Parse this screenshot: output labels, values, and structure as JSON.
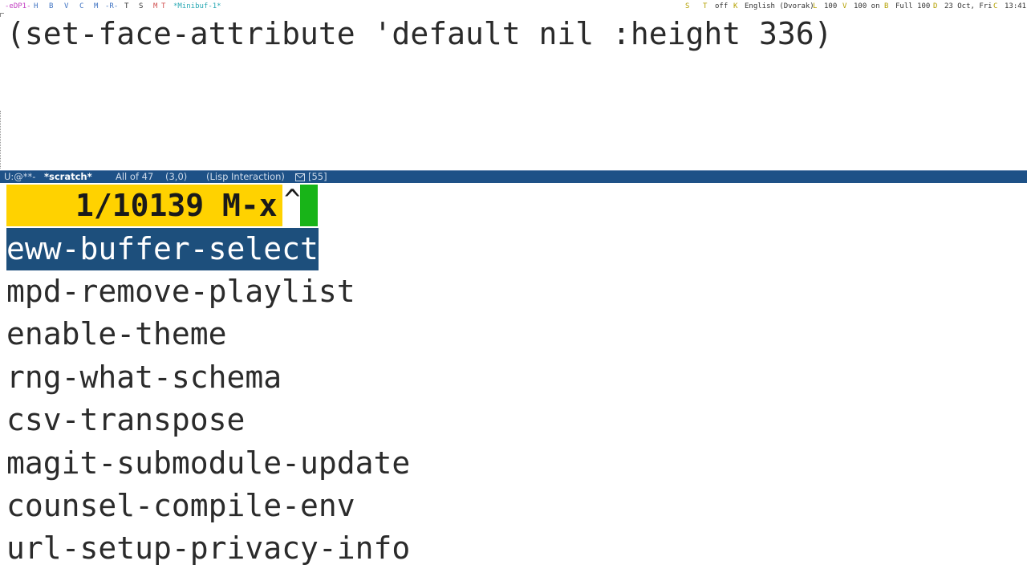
{
  "topbar": {
    "items": [
      {
        "text": "-eDP1-",
        "color": "#c23fc2"
      },
      {
        "text": "H",
        "color": "#3f73c2"
      },
      {
        "text": "B",
        "color": "#3f73c2"
      },
      {
        "text": "V",
        "color": "#3f73c2"
      },
      {
        "text": "C",
        "color": "#3f73c2"
      },
      {
        "text": "M",
        "color": "#3f73c2"
      },
      {
        "text": "-R-",
        "color": "#3f73c2"
      },
      {
        "text": "T",
        "color": "#333333"
      },
      {
        "text": "S",
        "color": "#333333"
      },
      {
        "text": "M",
        "color": "#d05050"
      },
      {
        "text": "T",
        "color": "#d05050"
      },
      {
        "text": "*Minibuf-1*",
        "color": "#2aa9b4"
      }
    ],
    "right_items": [
      {
        "text": "S",
        "color": "#b4a000"
      },
      {
        "text": "T",
        "color": "#b4a000"
      },
      {
        "text": "off",
        "color": "#333333"
      },
      {
        "text": "K",
        "color": "#b4a000"
      },
      {
        "text": "English (Dvorak)",
        "color": "#333333"
      },
      {
        "text": "L",
        "color": "#b4a000"
      },
      {
        "text": "100",
        "color": "#333333"
      },
      {
        "text": "V",
        "color": "#b4a000"
      },
      {
        "text": "100 on",
        "color": "#333333"
      },
      {
        "text": "B",
        "color": "#b4a000"
      },
      {
        "text": "Full 100",
        "color": "#333333"
      },
      {
        "text": "D",
        "color": "#b4a000"
      },
      {
        "text": "23 Oct, Fri",
        "color": "#333333"
      },
      {
        "text": "C",
        "color": "#b4a000"
      },
      {
        "text": "13:41",
        "color": "#333333"
      }
    ]
  },
  "buffer": {
    "code": "(set-face-attribute 'default nil :height 336)"
  },
  "modeline": {
    "state": "U:@**-",
    "buffer_name": "*scratch*",
    "position": "All of 47",
    "coords": "(3,0)",
    "mode": "(Lisp Interaction)",
    "mail_icon": "envelope-icon",
    "mail_count": "[55]"
  },
  "minibuffer": {
    "prompt": "1/10139 M-x",
    "input": "^"
  },
  "candidates": [
    "eww-buffer-select",
    "mpd-remove-playlist",
    "enable-theme",
    "rng-what-schema",
    "csv-transpose",
    "magit-submodule-update",
    "counsel-compile-env",
    "url-setup-privacy-info"
  ],
  "colors": {
    "modeline_bg": "#1e5187",
    "prompt_bg": "#ffd200",
    "cursor": "#18b418",
    "selection_bg": "#1d4f7c"
  }
}
